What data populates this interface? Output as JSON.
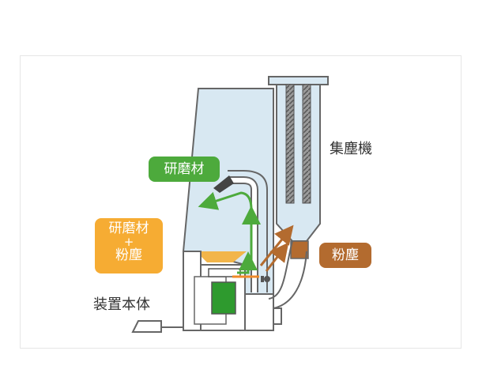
{
  "labels": {
    "abrasive": "研磨材",
    "mix_line1": "研磨材",
    "mix_plus": "+",
    "mix_line2": "粉塵",
    "dust": "粉塵",
    "collector": "集塵機",
    "main_unit": "装置本体"
  },
  "colors": {
    "tank_fill": "#d8e8f2",
    "line": "#666666",
    "abrasive_green": "#4daa3c",
    "mix_orange": "#f6ac33",
    "dust_brown": "#b36b2f",
    "sand": "#f2b54a",
    "filter": "#8c8c8c"
  }
}
